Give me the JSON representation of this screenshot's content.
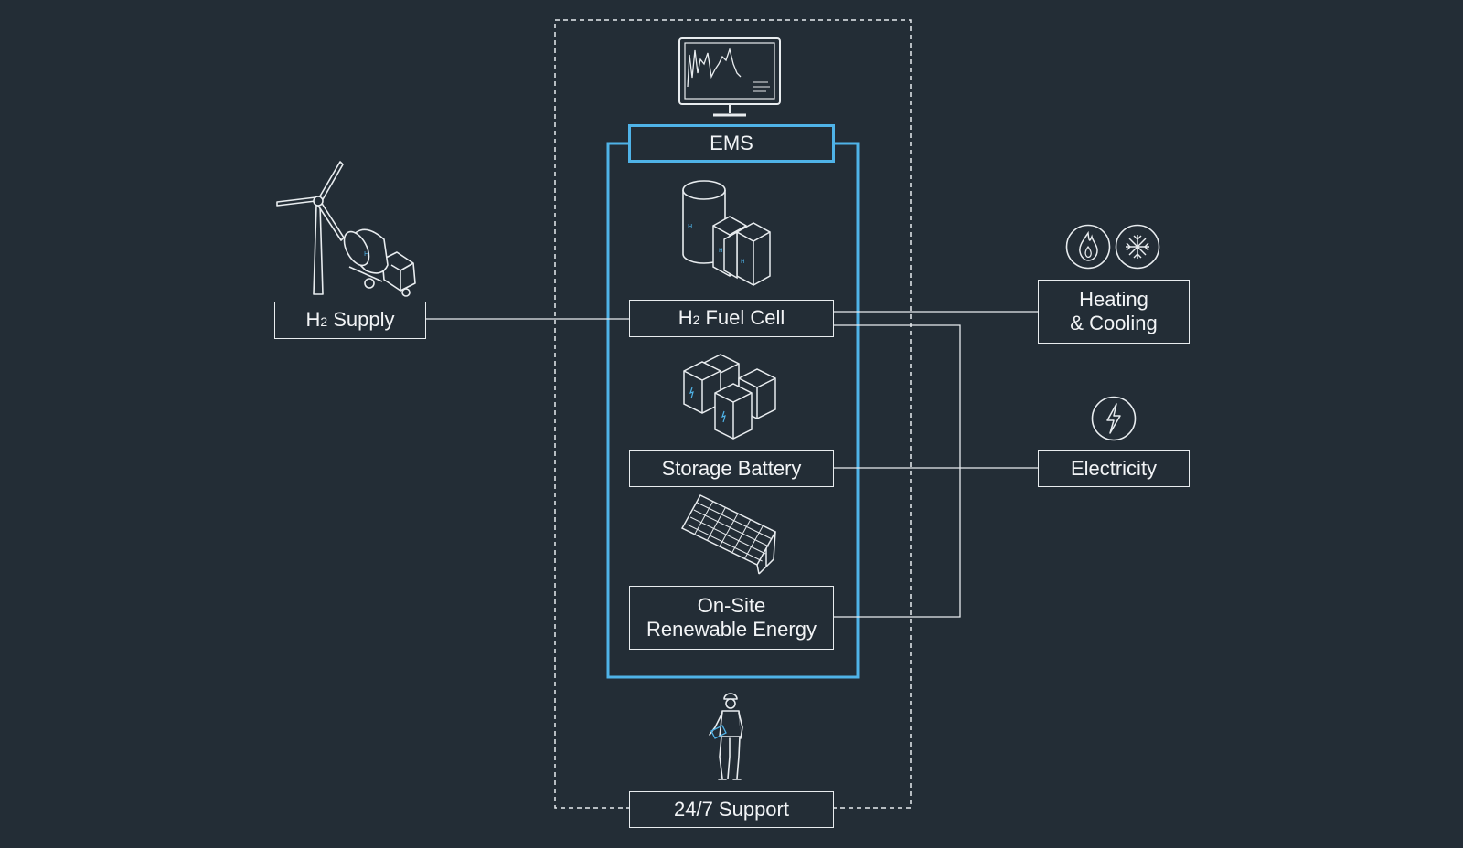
{
  "colors": {
    "background": "#232d36",
    "line": "#e8ecef",
    "accent": "#4fb3e8"
  },
  "nodes": {
    "h2_supply": {
      "letter": "H",
      "subscript": "2",
      "rest": " Supply"
    },
    "ems": {
      "label": "EMS"
    },
    "h2_fuel_cell": {
      "letter": "H",
      "subscript": "2",
      "rest": " Fuel Cell"
    },
    "storage_battery": {
      "label": "Storage Battery"
    },
    "renewable": {
      "line1": "On-Site",
      "line2": "Renewable Energy"
    },
    "support": {
      "label": "24/7 Support"
    },
    "heating_cooling": {
      "line1": "Heating",
      "line2": "& Cooling"
    },
    "electricity": {
      "label": "Electricity"
    }
  },
  "icons": [
    "monitor-chart-icon",
    "wind-turbine-icon",
    "hydrogen-truck-icon",
    "hydrogen-tank-icon",
    "fuel-cell-stack-icon",
    "battery-modules-icon",
    "solar-panel-icon",
    "technician-icon",
    "flame-icon",
    "snowflake-icon",
    "lightning-icon"
  ]
}
